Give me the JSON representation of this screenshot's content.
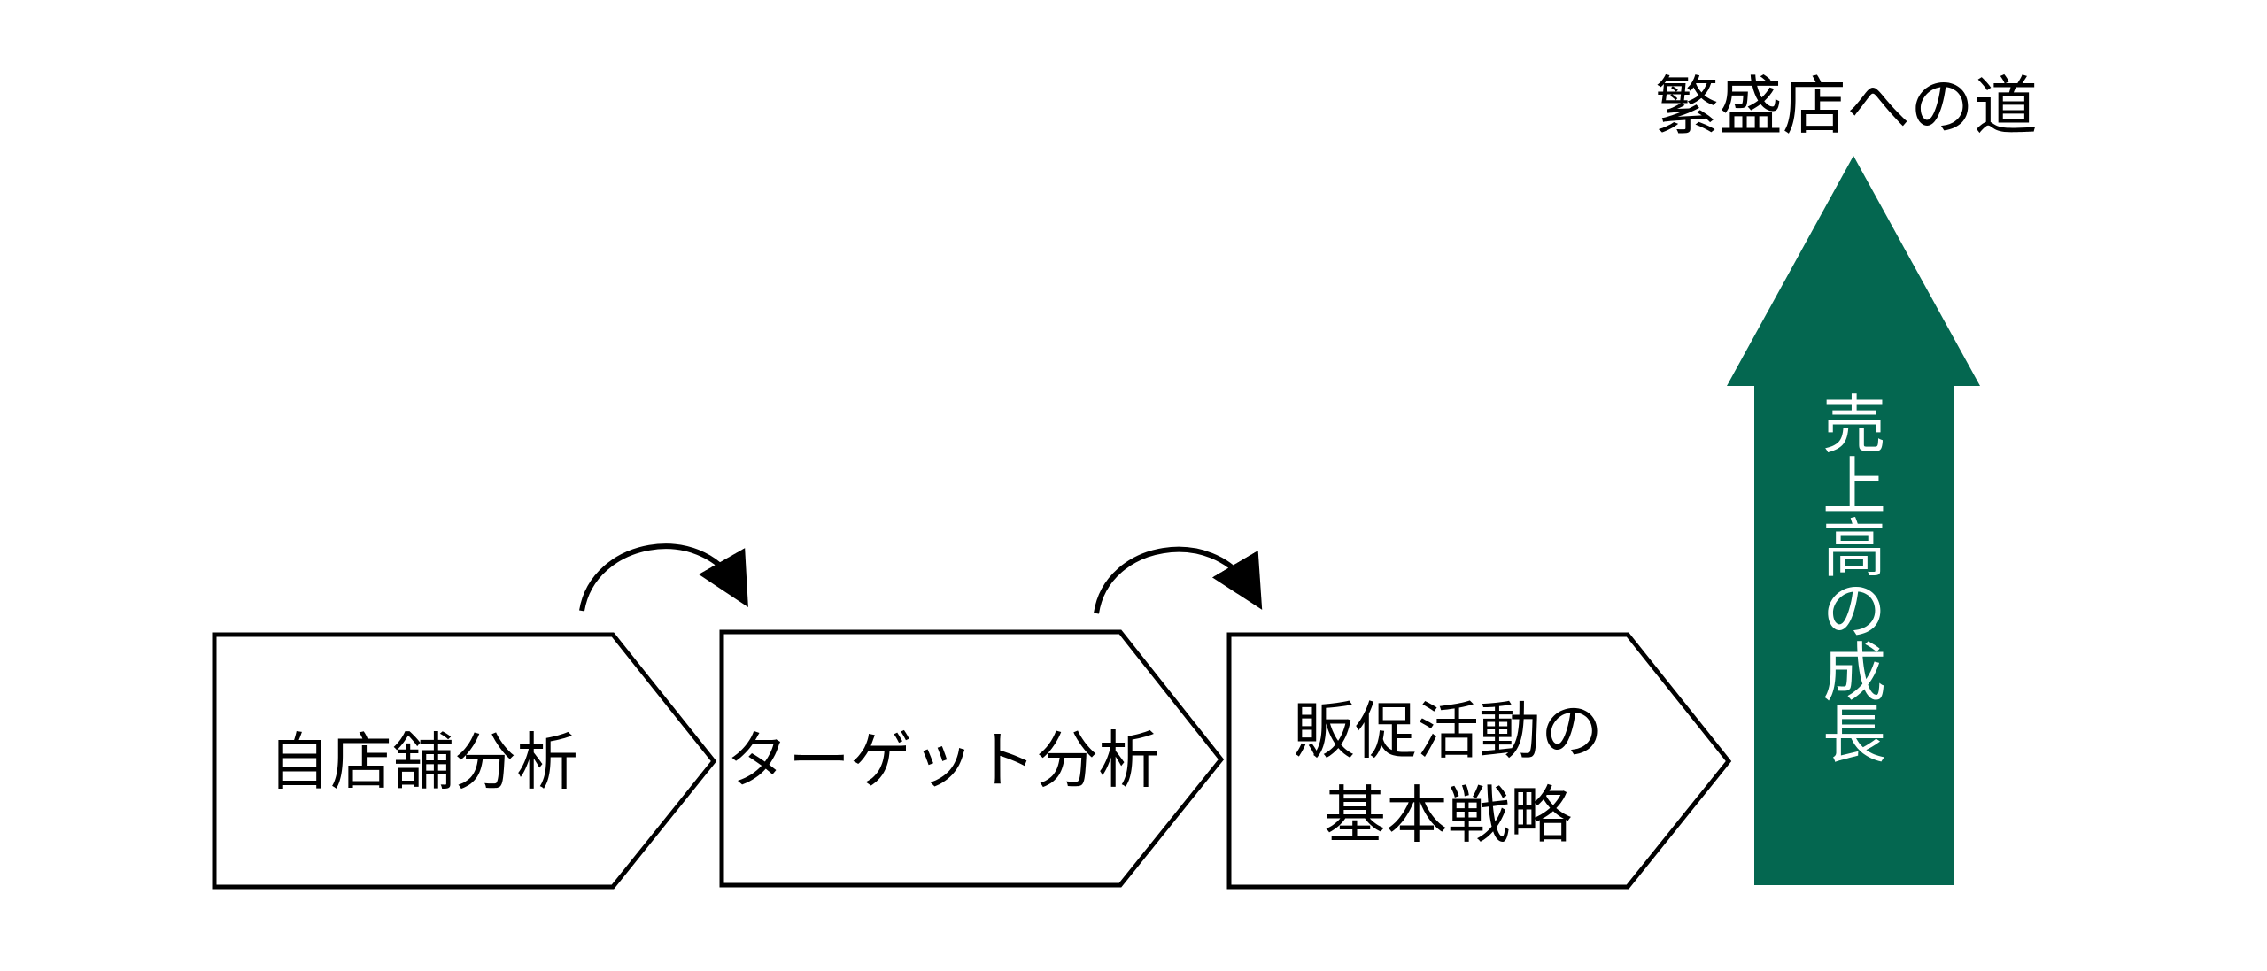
{
  "colors": {
    "growth_arrow": "#046750",
    "growth_text": "#ffffff",
    "outline": "#000000",
    "background": "#ffffff"
  },
  "goal_title": "繁盛店への道",
  "steps": [
    {
      "lines": [
        "自店舗分析"
      ]
    },
    {
      "lines": [
        "ターゲット分析"
      ]
    },
    {
      "lines": [
        "販促活動の",
        "基本戦略"
      ]
    }
  ],
  "growth_arrow": {
    "label": "売上高の成長",
    "characters": [
      "売",
      "上",
      "高",
      "の",
      "成",
      "長"
    ]
  }
}
